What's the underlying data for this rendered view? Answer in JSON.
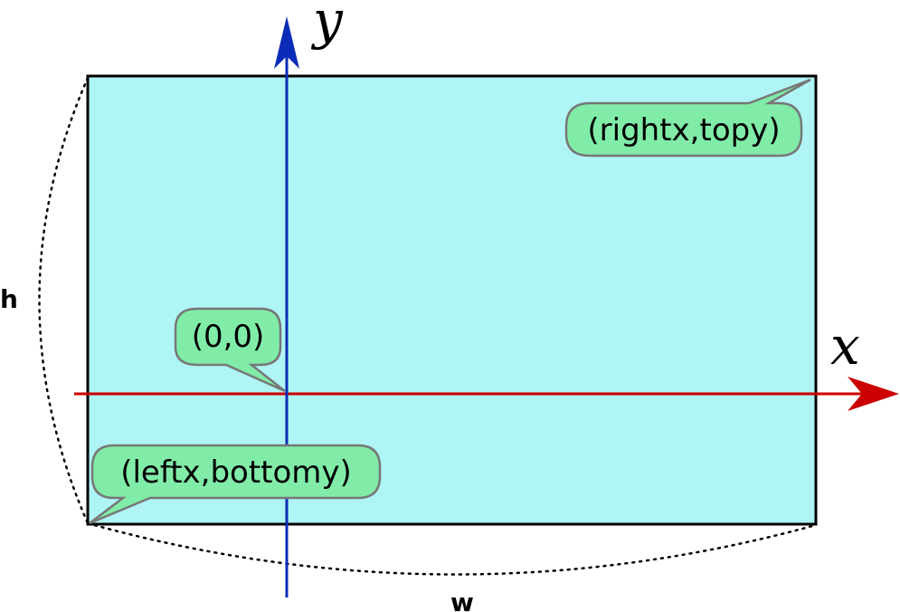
{
  "labels": {
    "y_axis": "y",
    "x_axis": "x",
    "origin": "(0,0)",
    "top_right": "(rightx,topy)",
    "bottom_left": "(leftx,bottomy)",
    "height": "h",
    "width": "w"
  },
  "colors": {
    "rect_fill": "#b0f5f5",
    "rect_stroke": "#000000",
    "x_axis": "#cc0000",
    "y_axis": "#0a2cb8",
    "callout_fill": "#80eca8",
    "callout_stroke": "#777777",
    "dimension_line": "#000000"
  }
}
